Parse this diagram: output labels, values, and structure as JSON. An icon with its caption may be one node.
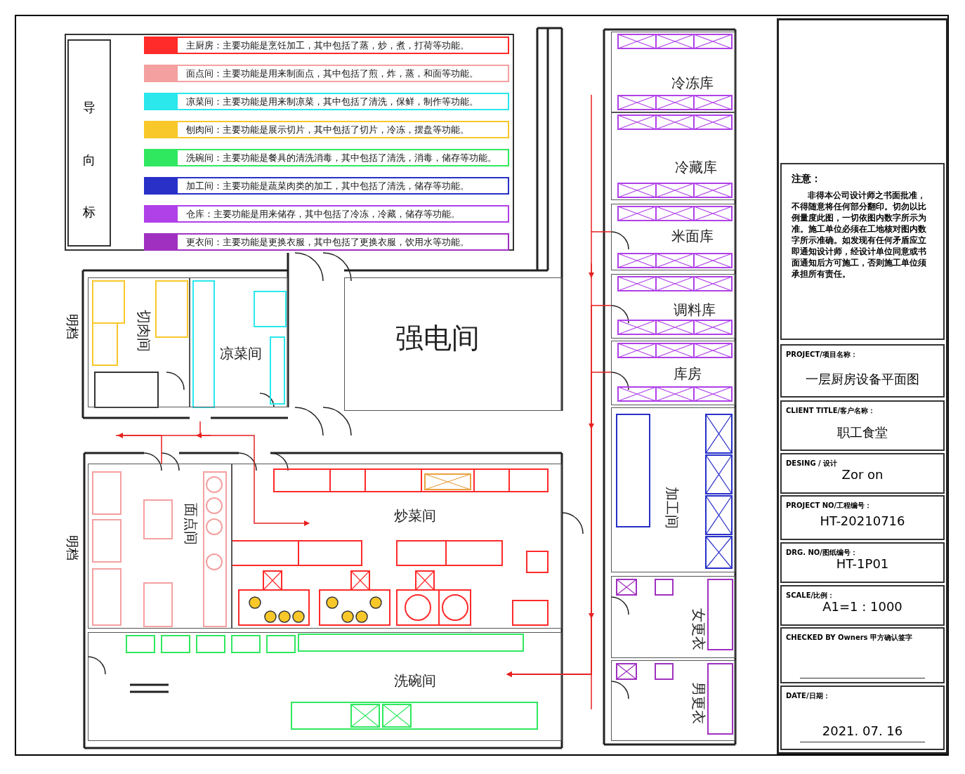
{
  "diagram": {
    "nodes": [
      {
        "text": [
          "冷冻库"
        ]
      },
      {
        "text": [
          "冷藏库"
        ]
      },
      {
        "text": [
          "米面库"
        ]
      },
      {
        "text": [
          "调料库"
        ]
      },
      {
        "text": [
          "库房"
        ]
      },
      {
        "text": [
          "强电间"
        ]
      },
      {
        "text": [
          "切肉间"
        ],
        "beside": [
          "明档"
        ]
      },
      {
        "text": [
          "凉菜间"
        ]
      },
      {
        "text": [
          "面点间"
        ],
        "beside": [
          "明档"
        ]
      },
      {
        "text": [
          "炒菜间"
        ]
      },
      {
        "text": [
          "加工间"
        ]
      },
      {
        "text": [
          "女更衣"
        ]
      },
      {
        "text": [
          "男更衣"
        ]
      },
      {
        "text": [
          "洗碗间"
        ]
      }
    ],
    "edges": [
      {
        "from": 8,
        "to": 9,
        "arrow": "to"
      },
      {
        "from": 2,
        "to": 13,
        "arrow": "to"
      },
      {
        "from": 3,
        "to": 13,
        "arrow": "to"
      },
      {
        "from": 4,
        "to": 13,
        "arrow": "to"
      }
    ],
    "labels": [
      "导向标",
      "注意：",
      "非得本公司设计师之书面批准，不得随意将任何部分翻印。切勿以比例量度此图，一切依图内数字所示为准。施工单位必须在工地核对图内数字所示准确。如发现有任何矛盾应立即通知设计师，经设计单位同意或书面通知后方可施工，否则施工单位须承担所有责任。",
      "PROJECT/项目名称：",
      "一层厨房设备平面图",
      "CLIENT TITLE/客户名称：",
      "职工食堂",
      "DESING / 设计",
      "Zor on",
      "PROJECT NO/工程编号：",
      "HT-20210716",
      "DRG. NO/图纸编号：",
      "HT-1P01",
      "SCALE/比例：",
      "A1=1 : 1000",
      "CHECKED BY Owners 甲方确认签字",
      "DATE/日期：",
      "2021. 07. 16"
    ],
    "legend": [
      {
        "text": "主厨房：主要功能是烹饪加工，其中包括了蒸，炒，煮，打荷等功能。",
        "color": "#ff2a2a"
      },
      {
        "text": "面点间：主要功能是用来制面点，其中包括了煎，炸，蒸，和面等功能。",
        "color": "#f4a0a0"
      },
      {
        "text": "凉菜间：主要功能是用来制凉菜，其中包括了清洗，保鲜，制作等功能。",
        "color": "#2ae8ec"
      },
      {
        "text": "刨肉间：主要功能是展示切片，其中包括了切片，冷冻，摆盘等功能。",
        "color": "#f8c82a"
      },
      {
        "text": "洗碗间：主要功能是餐具的清洗消毒，其中包括了清洗，消毒，储存等功能。",
        "color": "#30e860"
      },
      {
        "text": "加工间：主要功能是蔬菜肉类的加工，其中包括了清洗，储存等功能。",
        "color": "#2830c8"
      },
      {
        "text": "仓库：主要功能是用来储存，其中包括了冷冻，冷藏，储存等功能。",
        "color": "#b040e8"
      },
      {
        "text": "更衣间：主要功能是更换衣服，其中包括了更换衣服，饮用水等功能。",
        "color": "#a030c0"
      }
    ]
  }
}
